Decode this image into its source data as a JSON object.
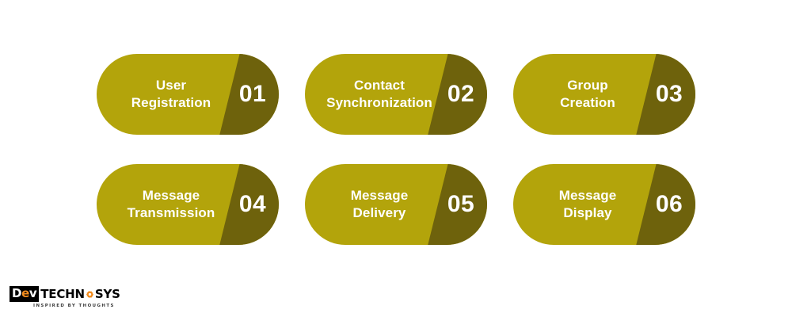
{
  "background_color": "#ffffff",
  "palette": {
    "pill_light": "#b3a40b",
    "pill_dark": "#6e620c",
    "text_on_pill": "#ffffff",
    "logo_black": "#000000",
    "logo_orange": "#f28c1e",
    "tagline_gray": "#3d3d3d"
  },
  "steps": [
    {
      "number": "01",
      "label": "User\nRegistration"
    },
    {
      "number": "02",
      "label": "Contact\nSynchronization"
    },
    {
      "number": "03",
      "label": "Group\nCreation"
    },
    {
      "number": "04",
      "label": "Message\nTransmission"
    },
    {
      "number": "05",
      "label": "Message\nDelivery"
    },
    {
      "number": "06",
      "label": "Message\nDisplay"
    }
  ],
  "logo": {
    "mark_prefix": "D",
    "mark_accent": "e",
    "mark_suffix": "v",
    "word_part1": "TECHN",
    "word_part2": "SYS",
    "gear_icon": "gear-icon",
    "tagline": "INSPIRED BY THOUGHTS"
  }
}
